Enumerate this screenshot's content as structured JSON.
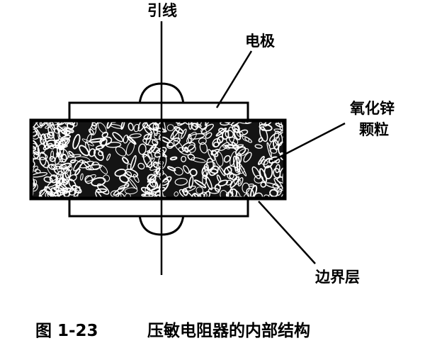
{
  "labels": {
    "lead": "引线",
    "electrode": "电极",
    "zno_line1": "氧化锌",
    "zno_line2": "颗粒",
    "boundary": "边界层"
  },
  "caption": {
    "figure_no": "图 1-23",
    "title": "压敏电阻器的内部结构"
  }
}
